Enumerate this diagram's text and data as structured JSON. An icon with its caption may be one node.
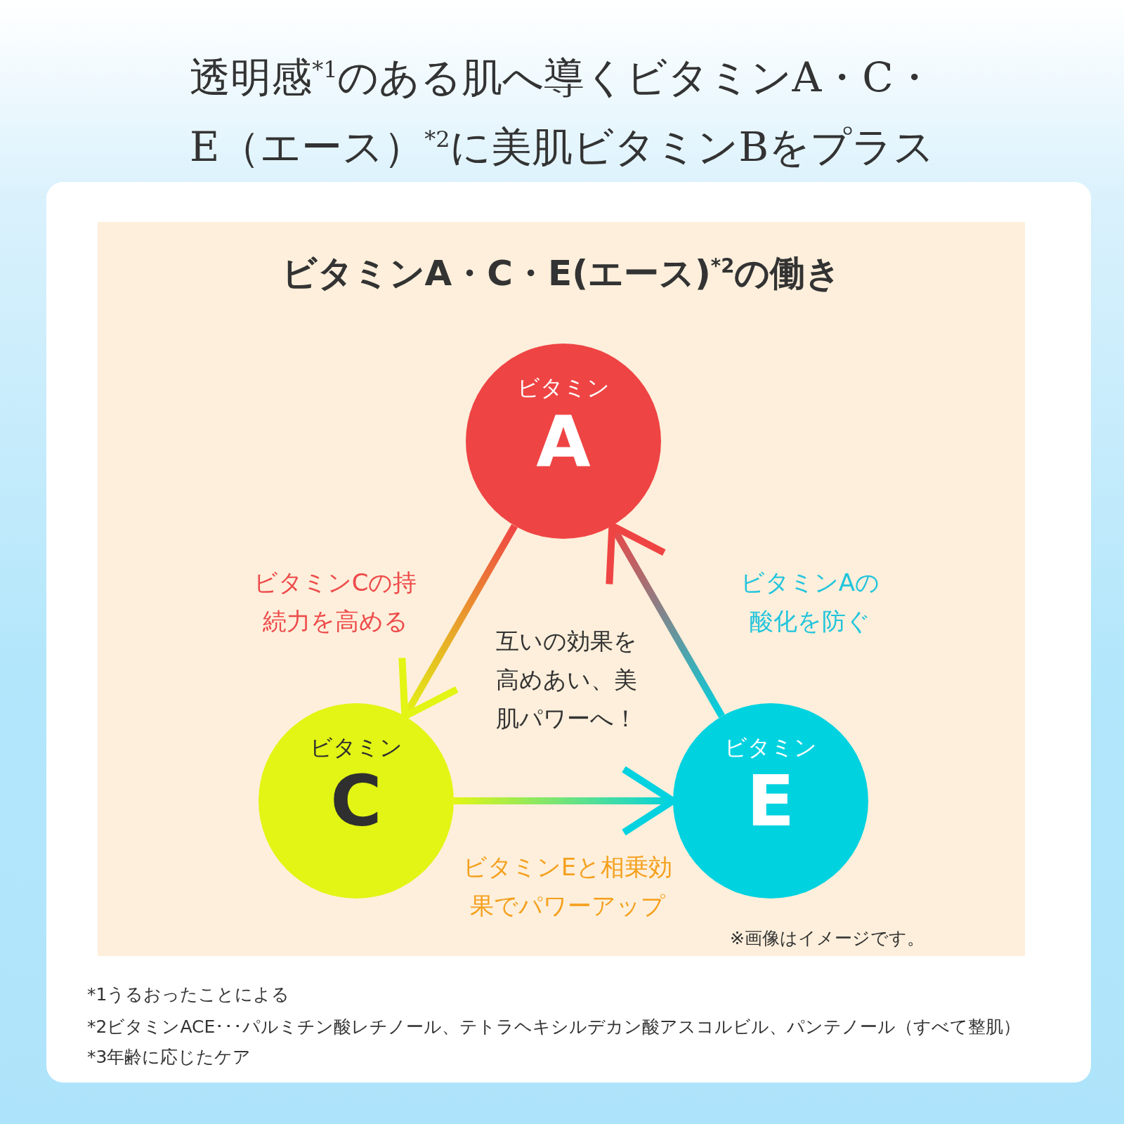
{
  "diagram": {
    "title": "透明感$^{*1}$のある肌へ導くビタミンA・C・E（エース）$^{*2}$に美肌ビタミンBをプラス",
    "nodes": [
      {
        "text": [
          "ビタミンA・C・E(エース)$^{*2}$の働き"
        ]
      },
      {
        "text": [
          "ビタミン",
          "A"
        ],
        "in": 0
      },
      {
        "text": [
          "ビタミン",
          "C"
        ],
        "in": 0
      },
      {
        "text": [
          "ビタミン",
          "E"
        ],
        "in": 0
      }
    ],
    "edges": [
      {
        "from": 1,
        "to": 2,
        "arrow": "to",
        "label": "ビタミンCの持続力を高める"
      },
      {
        "from": 3,
        "to": 1,
        "arrow": "to",
        "label": "ビタミンAの酸化を防ぐ"
      },
      {
        "from": 2,
        "to": 3,
        "arrow": "to",
        "label": "ビタミンEと相乗効果でパワーアップ"
      }
    ],
    "labels": [
      "互いの効果を高めあい、美肌パワーへ！",
      "※画像はイメージです。",
      "*1うるおったことによる",
      "*2ビタミンACE･･･パルミチン酸レチノール、テトラヘキシルデカン酸アスコルビル、パンテノール（すべて整肌）",
      "*3年齢に応じたケア"
    ]
  }
}
